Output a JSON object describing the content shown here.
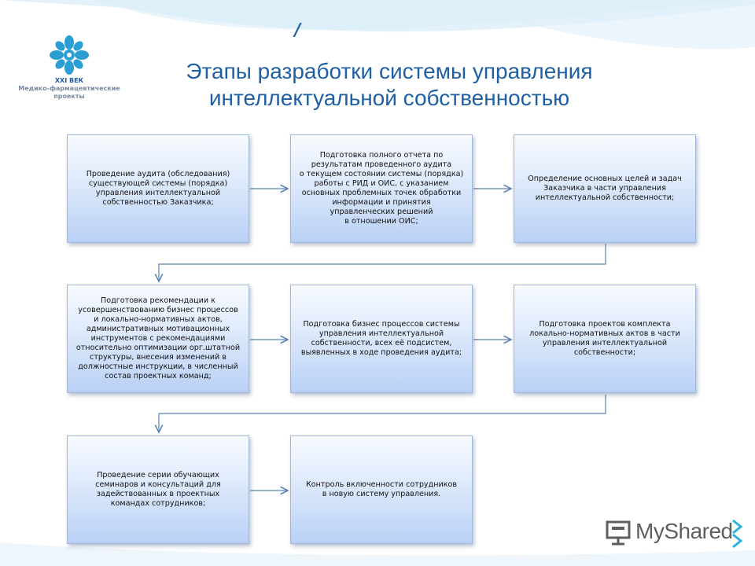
{
  "logo": {
    "line1": "XXI ВЕК",
    "line2": "Медико-фармацевтические проекты"
  },
  "decor": {
    "slash": "/"
  },
  "title": "Этапы разработки системы управления интеллектуальной собственностью",
  "steps": [
    {
      "text": "Проведение аудита (обследования)\nсуществующей системы (порядка)\nуправления интеллектуальной\nсобственностью Заказчика;"
    },
    {
      "text": "Подготовка полного отчета по\nрезультатам проведенного аудита\nо текущем состоянии системы (порядка)\nработы с РИД и ОИС, с указанием\nосновных проблемных точек обработки\nинформации и принятия\nуправленческих решений\nв отношении ОИС;"
    },
    {
      "text": "Определение основных целей и задач\nЗаказчика в части управления\nинтеллектуальной собственности;"
    },
    {
      "text": "Подготовка рекомендации к\nусовершенствованию бизнес процессов\nи локально-нормативных актов,\nадминистративных мотивационных\nинструментов с рекомендациями\nотносительно оптимизации орг.штатной\nструктуры, внесения изменений в\nдолжностные инструкции, в численный\nсостав проектных команд;"
    },
    {
      "text": "Подготовка бизнес процессов системы\nуправления интеллектуальной\nсобственности, всех её подсистем,\nвыявленных в ходе проведения аудита;"
    },
    {
      "text": "Подготовка проектов комплекта\nлокально-нормативных актов в части\nуправления интеллектуальной\nсобственности;"
    },
    {
      "text": "Проведение серии обучающих\nсеминаров и консультаций для\nзадействованных в проектных\nкомандах сотрудников;"
    },
    {
      "text": "Контроль включенности сотрудников\nв новую систему управления."
    }
  ],
  "watermark": {
    "text": "MyShared"
  },
  "colors": {
    "title": "#1f5fa5",
    "accent": "#2b9fd3",
    "connector": "#5b82b8"
  }
}
